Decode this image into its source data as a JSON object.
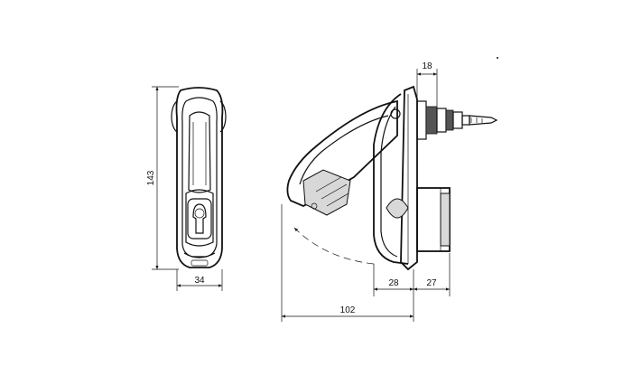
{
  "dimensions": {
    "height_front": "143",
    "width_front": "34",
    "key_width": "18",
    "depth_a": "28",
    "depth_b": "27",
    "swing": "102"
  },
  "colors": {
    "line": "#111111",
    "shade": "#d8d8d8",
    "background": "#ffffff"
  }
}
